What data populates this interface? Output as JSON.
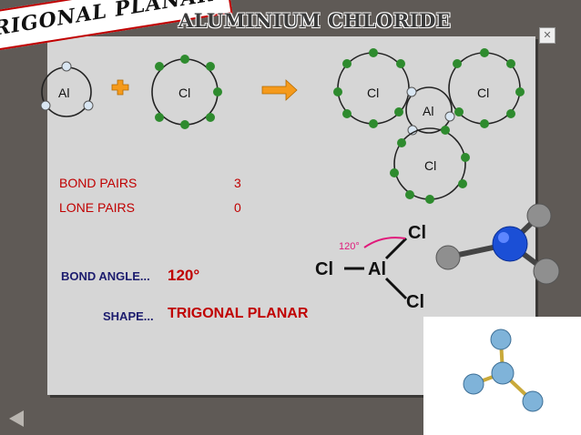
{
  "slide": {
    "title": "ALUMINIUM CHLORIDE",
    "banner": "RIGONAL PLANAR"
  },
  "left_diagram": {
    "al_label": "Al",
    "cl_label": "Cl",
    "plus": "+"
  },
  "right_diagram": {
    "cl_left": "Cl",
    "cl_right": "Cl",
    "al_center": "Al",
    "cl_bottom": "Cl"
  },
  "info": {
    "bond_pairs_label": "BOND PAIRS",
    "bond_pairs_value": "3",
    "lone_pairs_label": "LONE PAIRS",
    "lone_pairs_value": "0",
    "bond_angle_label": "BOND ANGLE...",
    "bond_angle_value": "120°",
    "shape_label": "SHAPE...",
    "shape_value": "TRIGONAL PLANAR"
  },
  "structure": {
    "angle": "120°",
    "al": "Al",
    "cl_left": "Cl",
    "cl_top": "Cl",
    "cl_bottom": "Cl"
  },
  "colors": {
    "accent_red": "#c00000",
    "electron_green": "#2e8b2e",
    "electron_light": "#d9e6f2",
    "arrow_orange": "#f59a1b",
    "model_blue": "#1b4fd6"
  }
}
